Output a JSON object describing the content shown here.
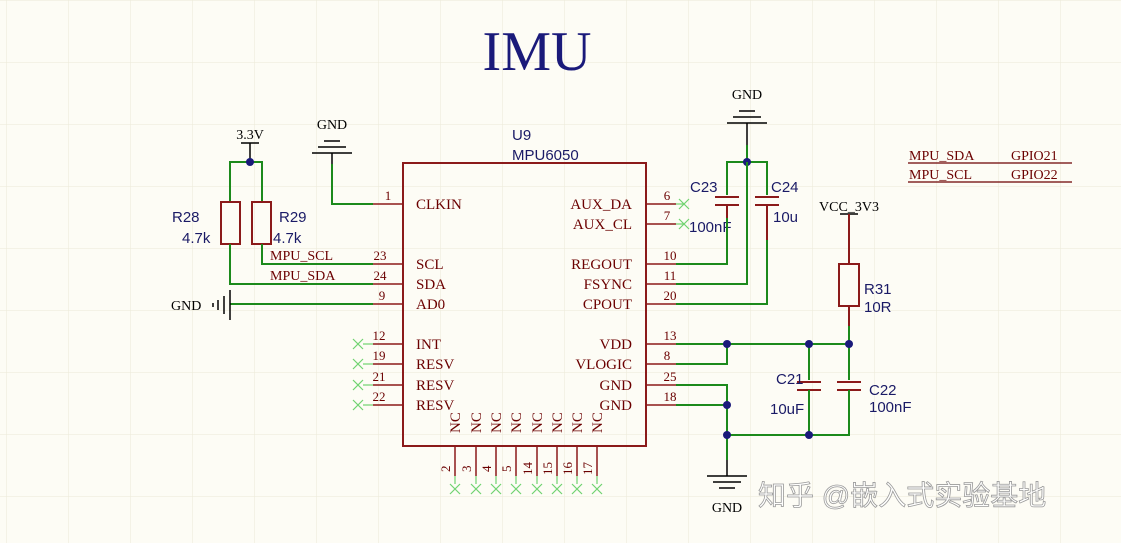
{
  "title": "IMU",
  "chip": {
    "designator": "U9",
    "part": "MPU6050",
    "left_pins": [
      {
        "num": "1",
        "name": "CLKIN"
      },
      {
        "num": "23",
        "name": "SCL"
      },
      {
        "num": "24",
        "name": "SDA"
      },
      {
        "num": "9",
        "name": "AD0"
      },
      {
        "num": "12",
        "name": "INT"
      },
      {
        "num": "19",
        "name": "RESV"
      },
      {
        "num": "21",
        "name": "RESV"
      },
      {
        "num": "22",
        "name": "RESV"
      }
    ],
    "right_pins": [
      {
        "num": "6",
        "name": "AUX_DA"
      },
      {
        "num": "7",
        "name": "AUX_CL"
      },
      {
        "num": "10",
        "name": "REGOUT"
      },
      {
        "num": "11",
        "name": "FSYNC"
      },
      {
        "num": "20",
        "name": "CPOUT"
      },
      {
        "num": "13",
        "name": "VDD"
      },
      {
        "num": "8",
        "name": "VLOGIC"
      },
      {
        "num": "25",
        "name": "GND"
      },
      {
        "num": "18",
        "name": "GND"
      }
    ],
    "bottom_pins": [
      {
        "num": "2",
        "name": "NC"
      },
      {
        "num": "3",
        "name": "NC"
      },
      {
        "num": "4",
        "name": "NC"
      },
      {
        "num": "5",
        "name": "NC"
      },
      {
        "num": "14",
        "name": "NC"
      },
      {
        "num": "15",
        "name": "NC"
      },
      {
        "num": "16",
        "name": "NC"
      },
      {
        "num": "17",
        "name": "NC"
      }
    ]
  },
  "resistors": {
    "r28": {
      "ref": "R28",
      "value": "4.7k"
    },
    "r29": {
      "ref": "R29",
      "value": "4.7k"
    },
    "r31": {
      "ref": "R31",
      "value": "10R"
    }
  },
  "capacitors": {
    "c23": {
      "ref": "C23",
      "value": "100nF"
    },
    "c24": {
      "ref": "C24",
      "value": "10u"
    },
    "c21": {
      "ref": "C21",
      "value": "10uF"
    },
    "c22": {
      "ref": "C22",
      "value": "100nF"
    }
  },
  "power": {
    "v33": "3.3V",
    "gnd_clk": "GND",
    "gnd_left": "GND",
    "gnd_top": "GND",
    "vcc": "VCC_3V3",
    "gnd_bottom": "GND"
  },
  "nets": {
    "scl": "MPU_SCL",
    "sda": "MPU_SDA"
  },
  "gpio_table": [
    {
      "net": "MPU_SDA",
      "gpio": "GPIO21"
    },
    {
      "net": "MPU_SCL",
      "gpio": "GPIO22"
    }
  ],
  "watermark": "知乎 @嵌入式实验基地"
}
